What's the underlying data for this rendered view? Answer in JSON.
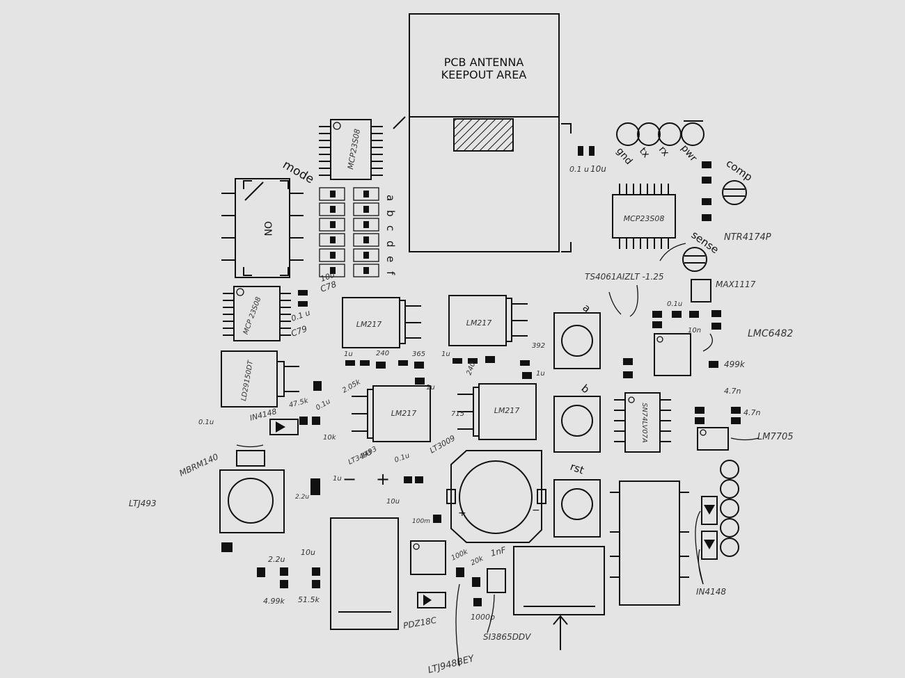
{
  "antenna": {
    "line1": "PCB ANTENNA",
    "line2": "KEEPOUT AREA"
  },
  "header_pins": [
    "gnd",
    "tx",
    "rx",
    "pwr"
  ],
  "labels": {
    "mode": "mode",
    "comp": "comp",
    "sense": "sense",
    "btn_a": "a",
    "btn_b": "b",
    "btn_rst": "rst",
    "on": "ON",
    "ics_on_board": [
      "MCP23S08",
      "MCP23S08",
      "MCP 23S08",
      "LM217",
      "LM217",
      "LM217",
      "LM217",
      "LD29150DT",
      "SN74LV07A"
    ],
    "minus": "−",
    "plus": "+",
    "switch_letters": [
      "a",
      "b",
      "c",
      "d",
      "e",
      "f"
    ]
  },
  "annotations": [
    "10u",
    "0.1 u",
    "C78",
    "0.1 u",
    "C79",
    "10u",
    "NTR4174P",
    "TS4061AIZLT -1.25",
    "MAX1117",
    "0.1u",
    "10n",
    "LMC6482",
    "499k",
    "4.7n",
    "4.7n",
    "LM7705",
    "IN4148",
    "IN4148",
    "0.1u",
    "47.5k",
    "0.1u",
    "MBRM140",
    "LT3493",
    "LTJ493",
    "10k",
    "1u",
    "2.2u",
    "3493",
    "2.2u",
    "10u",
    "4.99k",
    "51.5k",
    "0.1u",
    "LT3009",
    "10u",
    "100m",
    "100k",
    "20k",
    "1nF",
    "1000p",
    "SI3865DDV",
    "PDZ18C",
    "LTJ948BEY",
    "240",
    "365",
    "392",
    "240",
    "1u",
    "1u",
    "2.05k",
    "1u",
    "715",
    "1u"
  ]
}
